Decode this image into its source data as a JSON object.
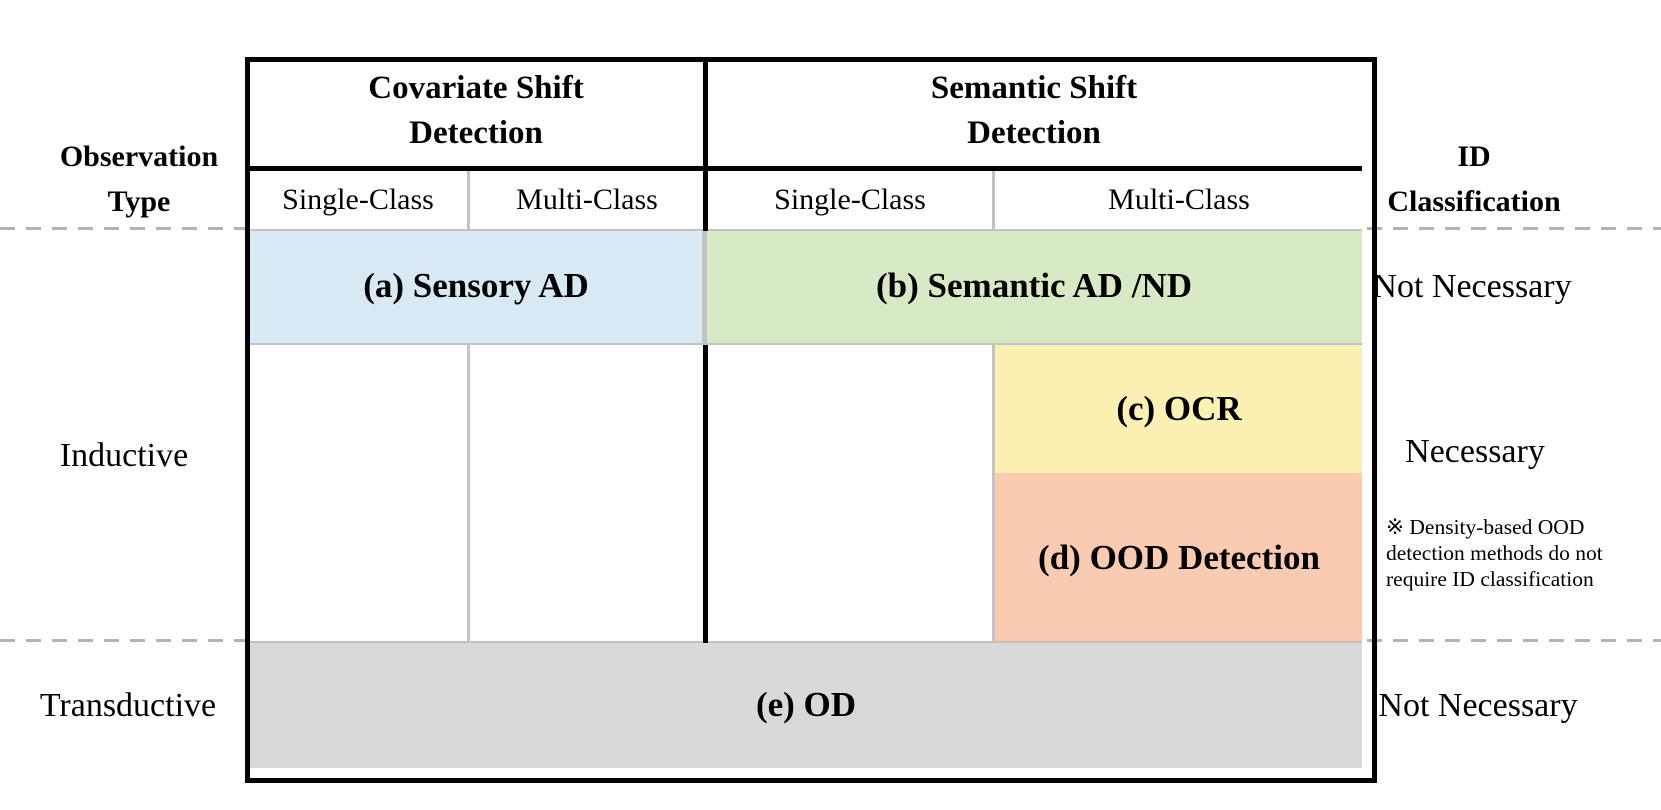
{
  "observation_header": {
    "line1": "Observation",
    "line2": "Type"
  },
  "row_labels": {
    "inductive": "Inductive",
    "transductive": "Transductive"
  },
  "id_header": {
    "line1": "ID",
    "line2": "Classification"
  },
  "id_values": {
    "inductive_top": "Not Necessary",
    "inductive_bottom": "Necessary",
    "transductive": "Not Necessary"
  },
  "note": {
    "line1": "※ Density-based OOD",
    "line2": "detection methods do not",
    "line3": "require ID classification"
  },
  "groups": {
    "covariate": {
      "title_line1": "Covariate Shift",
      "title_line2": "Detection",
      "single": "Single-Class",
      "multi": "Multi-Class"
    },
    "semantic": {
      "title_line1": "Semantic Shift",
      "title_line2": "Detection",
      "single": "Single-Class",
      "multi": "Multi-Class"
    }
  },
  "regions": {
    "a": {
      "label": "(a) Sensory AD",
      "color": "#d9e9f4"
    },
    "b": {
      "label": "(b) Semantic AD /ND",
      "color": "#d7eac5"
    },
    "c": {
      "label": "(c) OCR",
      "color": "#fcf0b2"
    },
    "d": {
      "label": "(d) OOD Detection",
      "color": "#f9cbb0"
    },
    "e": {
      "label": "(e) OD",
      "color": "#d9d9d9"
    }
  },
  "colors": {
    "border": "#000000",
    "thin_line": "#c3c3c3",
    "dashed_line": "#b3b3b3"
  }
}
